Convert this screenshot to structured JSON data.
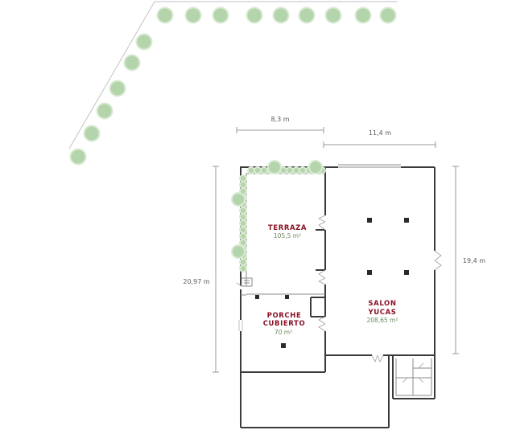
{
  "dimensions": {
    "terraza_width": "8,3 m",
    "salon_width": "11,4 m",
    "total_depth": "20,97 m",
    "salon_depth": "19,4 m"
  },
  "rooms": {
    "terraza": {
      "name": "TERRAZA",
      "area": "105,5 m²"
    },
    "porche": {
      "name_line1": "PORCHE",
      "name_line2": "CUBIERTO",
      "area": "70 m²"
    },
    "salon": {
      "name_line1": "SALON",
      "name_line2": "YUCAS",
      "area": "208,65 m²"
    }
  },
  "colors": {
    "room_label": "#8a1024",
    "area_label": "#6f8a5e",
    "tree": "#b4d4ac",
    "wall": "#3b3b3b"
  }
}
